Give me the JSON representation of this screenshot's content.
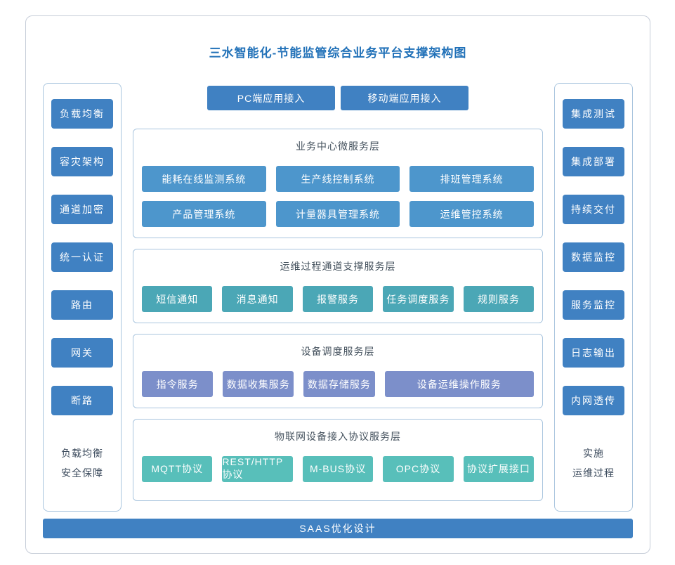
{
  "title": "三水智能化-节能监管综合业务平台支撑架构图",
  "top_buttons": [
    "PC端应用接入",
    "移动端应用接入"
  ],
  "left_panel": {
    "items": [
      "负载均衡",
      "容灾架构",
      "通道加密",
      "统一认证",
      "路由",
      "网关",
      "断路"
    ],
    "footer_lines": [
      "负载均衡",
      "安全保障"
    ]
  },
  "right_panel": {
    "items": [
      "集成测试",
      "集成部署",
      "持续交付",
      "数据监控",
      "服务监控",
      "日志输出",
      "内网透传"
    ],
    "footer_lines": [
      "实施",
      "运维过程"
    ]
  },
  "sections": [
    {
      "title": "业务中心微服务层",
      "rows": [
        [
          "能耗在线监测系统",
          "生产线控制系统",
          "排班管理系统"
        ],
        [
          "产品管理系统",
          "计量器具管理系统",
          "运维管控系统"
        ]
      ]
    },
    {
      "title": "运维过程通道支撑服务层",
      "rows": [
        [
          "短信通知",
          "消息通知",
          "报警服务",
          "任务调度服务",
          "规则服务"
        ]
      ]
    },
    {
      "title": "设备调度服务层",
      "rows": [
        [
          "指令服务",
          "数据收集服务",
          "数据存储服务",
          "设备运维操作服务"
        ]
      ]
    },
    {
      "title": "物联网设备接入协议服务层",
      "rows": [
        [
          "MQTT协议",
          "REST/HTTP协议",
          "M-BUS协议",
          "OPC协议",
          "协议扩展接口"
        ]
      ]
    }
  ],
  "bottom_bar": "SAAS优化设计",
  "colors": {
    "title": "#2171b8",
    "sideButton": "#4081c2",
    "topButton": "#4081c2",
    "section1Button": "#4d96cc",
    "section2Button": "#4ba7b6",
    "section3Button": "#7c8fca",
    "section4Button": "#58bfba",
    "bottomBar": "#4081c2"
  }
}
